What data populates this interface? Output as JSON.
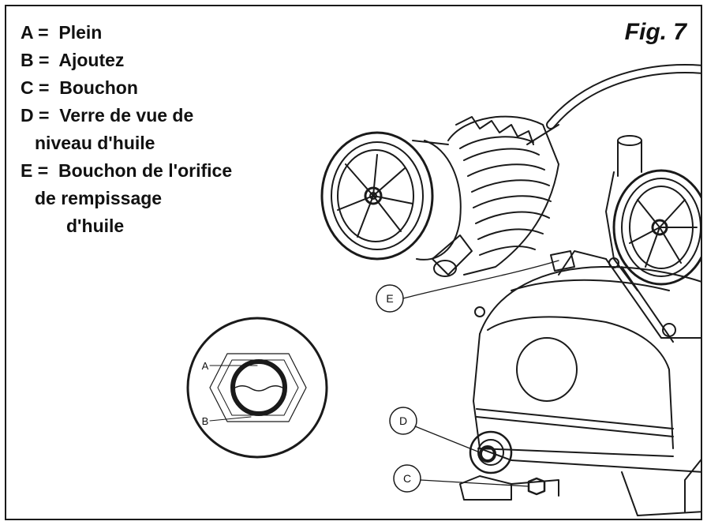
{
  "figure": {
    "title": "Fig. 7"
  },
  "legend": [
    {
      "key": "A",
      "text": "Plein"
    },
    {
      "key": "B",
      "text": "Ajoutez"
    },
    {
      "key": "C",
      "text": "Bouchon"
    },
    {
      "key": "D",
      "text": "Verre de vue de",
      "cont": [
        "niveau d'huile"
      ]
    },
    {
      "key": "E",
      "text": "Bouchon de l'orifice",
      "cont": [
        "de rempissage",
        "d'huile"
      ]
    }
  ],
  "callouts": {
    "A": "A",
    "B": "B",
    "C": "C",
    "D": "D",
    "E": "E"
  }
}
